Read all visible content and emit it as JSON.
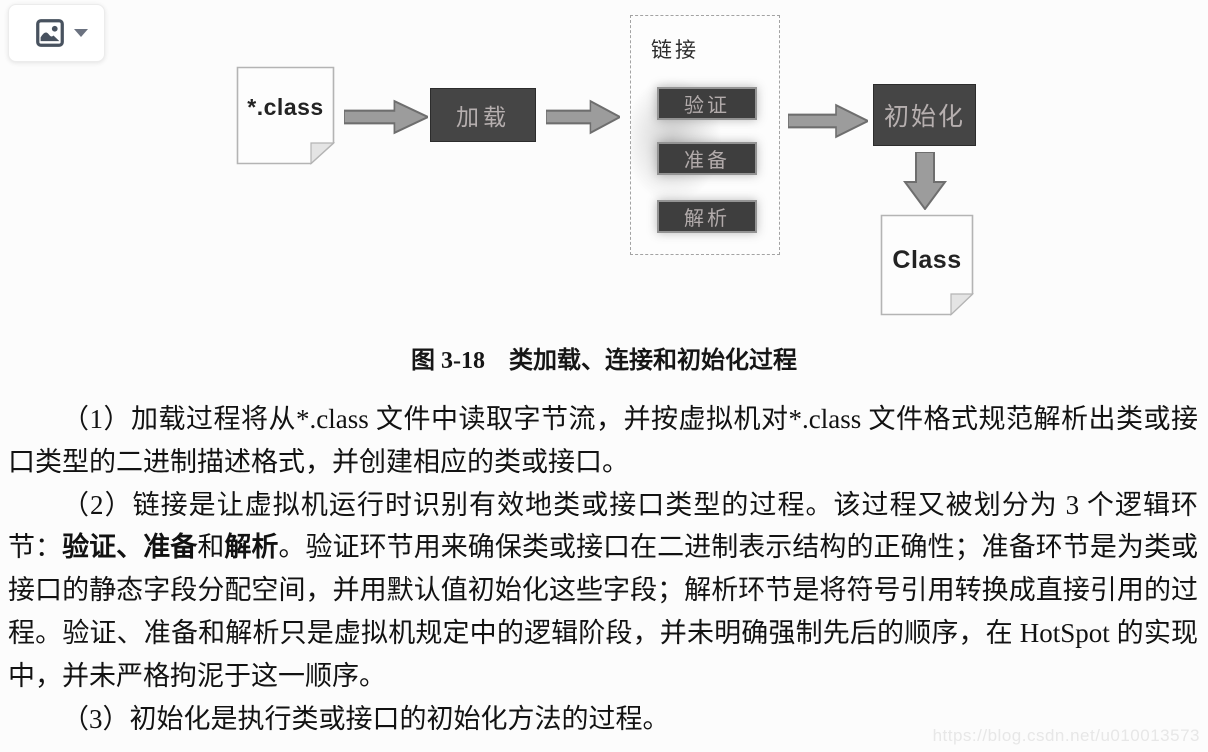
{
  "viewer_widget": {
    "image_icon": "image-icon",
    "caret_icon": "caret-down-icon"
  },
  "diagram": {
    "class_file_label": "*.class",
    "load_label": "加载",
    "link": {
      "title": "链接",
      "steps": [
        "验证",
        "准备",
        "解析"
      ]
    },
    "init_label": "初始化",
    "class_output_label": "Class",
    "colors": {
      "dark_box_bg": "#454545",
      "dark_box_border": "#2c2c2c",
      "dark_box_text": "#b6afaf",
      "arrow_fill": "#9c9c9c",
      "arrow_stroke": "#6e6e6e",
      "note_border": "#b4b4b4"
    }
  },
  "caption": "图 3-18　类加载、连接和初始化过程",
  "body": {
    "paragraphs": [
      {
        "segments": [
          {
            "text": "（1）加载过程将从*.class 文件中读取字节流，并按虚拟机对*.class 文件格式规范解析出类或接口类型的二进制描述格式，并创建相应的类或接口。",
            "bold": false
          }
        ]
      },
      {
        "segments": [
          {
            "text": "（2）链接是让虚拟机运行时识别有效地类或接口类型的过程。该过程又被划分为 3 个逻辑环节：",
            "bold": false
          },
          {
            "text": "验证、准备",
            "bold": true
          },
          {
            "text": "和",
            "bold": false
          },
          {
            "text": "解析",
            "bold": true
          },
          {
            "text": "。验证环节用来确保类或接口在二进制表示结构的正确性；准备环节是为类或接口的静态字段分配空间，并用默认值初始化这些字段；解析环节是将符号引用转换成直接引用的过程。验证、准备和解析只是虚拟机规定中的逻辑阶段，并未明确强制先后的顺序，在 HotSpot 的实现中，并未严格拘泥于这一顺序。",
            "bold": false
          }
        ]
      },
      {
        "segments": [
          {
            "text": "（3）初始化是执行类或接口的初始化方法的过程。",
            "bold": false
          }
        ]
      }
    ]
  },
  "watermark": {
    "url_text": "https://blog.csdn.net/u010013573"
  }
}
